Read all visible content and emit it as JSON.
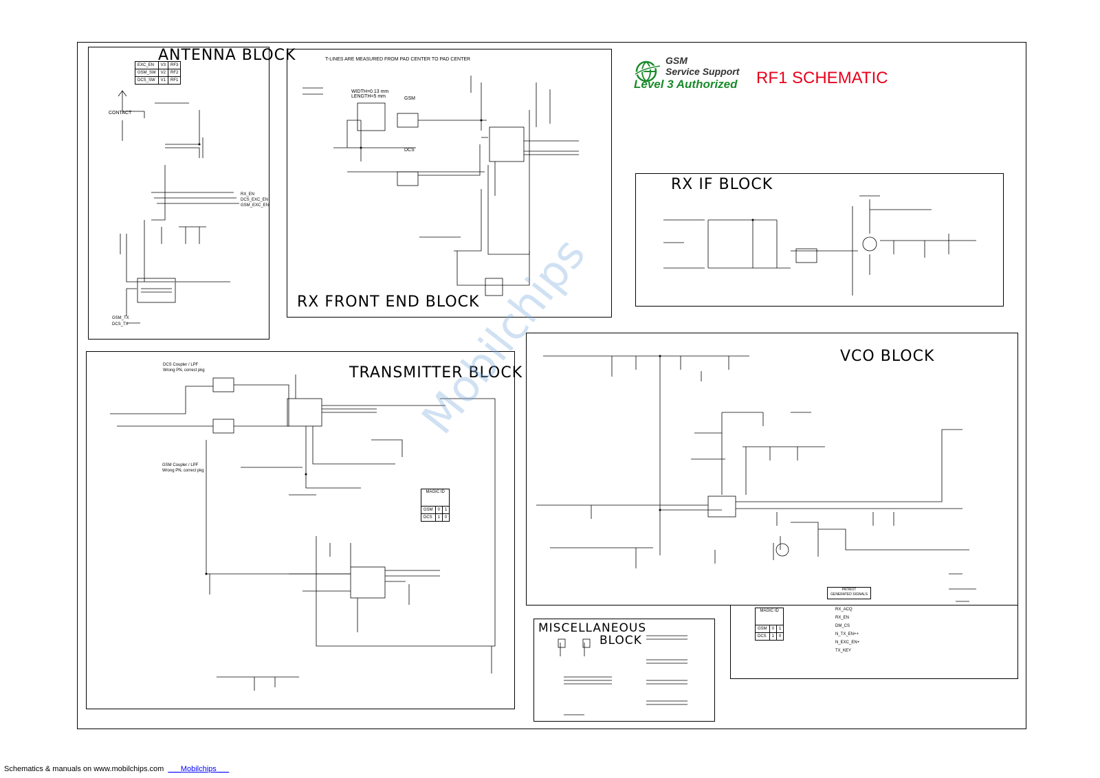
{
  "header": {
    "logo_line1": "GSM",
    "logo_line2": "Service Support",
    "logo_line3": "Level 3 Authorized",
    "title": "RF1 SCHEMATIC"
  },
  "blocks": {
    "antenna": "ANTENNA BLOCK",
    "rx_front_end": "RX FRONT END BLOCK",
    "rx_if": "RX IF BLOCK",
    "transmitter": "TRANSMITTER BLOCK",
    "vco": "VCO BLOCK",
    "misc_line1": "MISCELLANEOUS",
    "misc_line2": "BLOCK"
  },
  "antenna_table": [
    [
      "EXC_EN",
      "V3",
      "RF3"
    ],
    [
      "GSM_SW",
      "V2",
      "RF2"
    ],
    [
      "DCS_SW",
      "V1",
      "RF1"
    ]
  ],
  "antenna_labels": {
    "contact": "CONTACT",
    "rx_en": "RX_EN",
    "dcs_exc_en": "DCS_EXC_EN",
    "gsm_exc_en": "GSM_EXC_EN",
    "gsm_tx": "GSM_TX",
    "dcs_tx": "DCS_TX"
  },
  "rx_front_end_labels": {
    "tline_note": "T-LINES ARE MEASURED FROM PAD CENTER TO PAD CENTER",
    "width": "WIDTH=0.13 mm",
    "length": "LENGTH=5 mm",
    "gsm": "GSM",
    "dcs": "DCS"
  },
  "transmitter_labels": {
    "dcs_coupler": "DCS Coupler / LPF",
    "dcs_coupler_note": "Wrong PN, correct pkg",
    "gsm_coupler": "GSM Coupler / LPF",
    "gsm_coupler_note": "Wrong PN, correct pkg"
  },
  "magic_table_tx": {
    "header": "MAGIC ID",
    "rows": [
      [
        "GSM",
        "0",
        "1"
      ],
      [
        "DCS",
        "1",
        "0"
      ]
    ]
  },
  "magic_table_vco": {
    "header": "MAGIC ID",
    "rows": [
      [
        "GSM",
        "0",
        "1"
      ],
      [
        "DCS",
        "1",
        "0"
      ]
    ]
  },
  "patriot": {
    "header_line1": "PATRIOT",
    "header_line2": "GENERATED SIGNALS",
    "signals": [
      "RX_ACQ",
      "RX_EN",
      "DM_CS",
      "N_TX_EN++",
      "N_EXC_EN+",
      "TX_KEY"
    ]
  },
  "watermark": "Mobilchips",
  "footer": {
    "text": "Schematics & manuals on www.mobilchips.com",
    "link": "___Mobilchips___"
  }
}
